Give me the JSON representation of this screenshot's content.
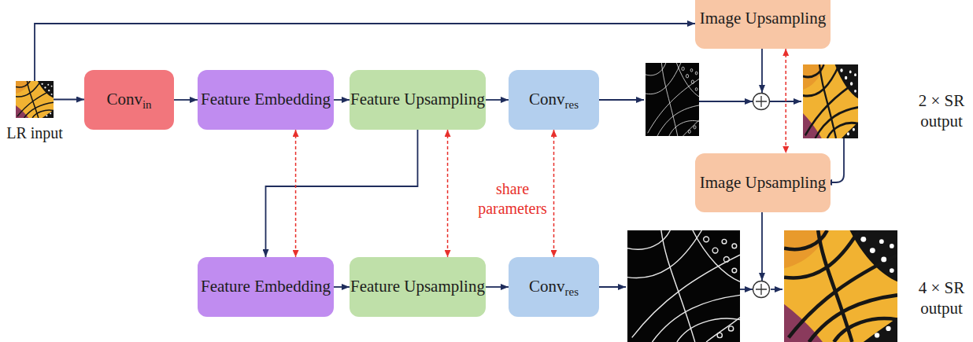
{
  "diagram": {
    "nodes": [
      {
        "text": [
          "LR input"
        ]
      },
      {
        "text": [
          "Conv",
          "in"
        ]
      },
      {
        "text": [
          "Feature Embedding"
        ]
      },
      {
        "text": [
          "Feature Upsampling"
        ]
      },
      {
        "text": [
          "Conv",
          "res"
        ]
      },
      {
        "text": [
          "Image Upsampling"
        ]
      },
      {
        "text": [
          "Image Upsampling"
        ]
      },
      {
        "text": [
          "Feature Embedding"
        ]
      },
      {
        "text": [
          "Feature Upsampling"
        ]
      },
      {
        "text": [
          "Conv",
          "res"
        ]
      }
    ],
    "edges": [
      {
        "from": 0,
        "to": 1,
        "arrow": "to"
      },
      {
        "from": 0,
        "to": 5,
        "arrow": "to"
      },
      {
        "from": 1,
        "to": 2,
        "arrow": "to"
      },
      {
        "from": 2,
        "to": 3,
        "arrow": "to"
      },
      {
        "from": 3,
        "to": 4,
        "arrow": "to"
      },
      {
        "from": 3,
        "to": 7,
        "arrow": "to"
      },
      {
        "from": 7,
        "to": 8,
        "arrow": "to"
      },
      {
        "from": 8,
        "to": 9,
        "arrow": "to"
      },
      {
        "from": 2,
        "to": 7,
        "arrow": "both"
      },
      {
        "from": 3,
        "to": 8,
        "arrow": "both"
      },
      {
        "from": 4,
        "to": 9,
        "arrow": "both"
      },
      {
        "from": 5,
        "to": 6,
        "arrow": "both"
      }
    ],
    "labels": [
      "share parameters",
      "2 × SR output",
      "4 × SR output"
    ]
  }
}
